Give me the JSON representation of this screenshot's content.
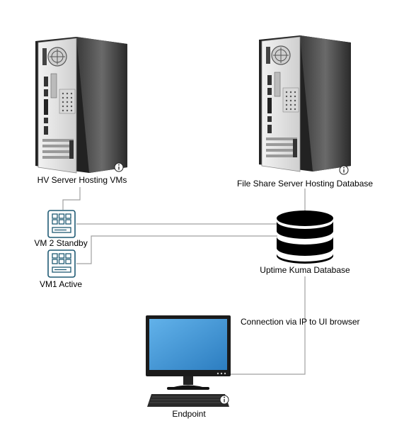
{
  "nodes": {
    "hv_server": {
      "label": "HV Server Hosting VMs",
      "icon": "tower-server-icon"
    },
    "file_server": {
      "label": "File Share Server Hosting Database",
      "icon": "tower-server-icon"
    },
    "vm2": {
      "label": "VM 2 Standby",
      "icon": "virtual-machine-icon"
    },
    "vm1": {
      "label": "VM1 Active",
      "icon": "virtual-machine-icon"
    },
    "database": {
      "label": "Uptime Kuma Database",
      "icon": "database-icon"
    },
    "endpoint": {
      "label": "Endpoint",
      "icon": "desktop-computer-icon"
    }
  },
  "connections": {
    "endpoint_to_db": {
      "label": "Connection via IP to UI browser"
    }
  },
  "colors": {
    "line": "#a0a0a0",
    "vm_stroke": "#1f5a74",
    "screen": "#3f94d4",
    "database": "#000000"
  }
}
